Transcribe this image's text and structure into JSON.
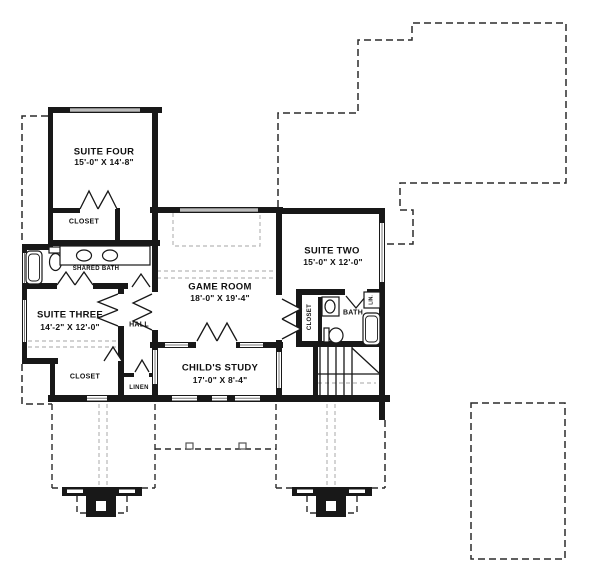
{
  "colors": {
    "wall": "#181818",
    "background": "#ffffff",
    "roof_dash": "#2b2b2b",
    "soft_dash": "#b8b8b8"
  },
  "rooms": {
    "suite_four": {
      "name": "SUITE FOUR",
      "dims": "15'-0\" X 14'-8\""
    },
    "suite_three": {
      "name": "SUITE THREE",
      "dims": "14'-2\" X 12'-0\""
    },
    "suite_two": {
      "name": "SUITE TWO",
      "dims": "15'-0\" X 12'-0\""
    },
    "game_room": {
      "name": "GAME ROOM",
      "dims": "18'-0\" X 19'-4\""
    },
    "childs_study": {
      "name": "CHILD'S STUDY",
      "dims": "17'-0\" X 8'-4\""
    },
    "shared_bath": {
      "name": "SHARED BATH"
    },
    "bath": {
      "name": "BATH"
    },
    "hall": {
      "name": "HALL"
    },
    "closet_suite_four": {
      "name": "CLOSET"
    },
    "closet_suite_three": {
      "name": "CLOSET"
    },
    "closet_suite_two": {
      "name": "CLOSET"
    },
    "linen": {
      "name": "LINEN"
    },
    "lin": {
      "name": "LIN."
    }
  }
}
